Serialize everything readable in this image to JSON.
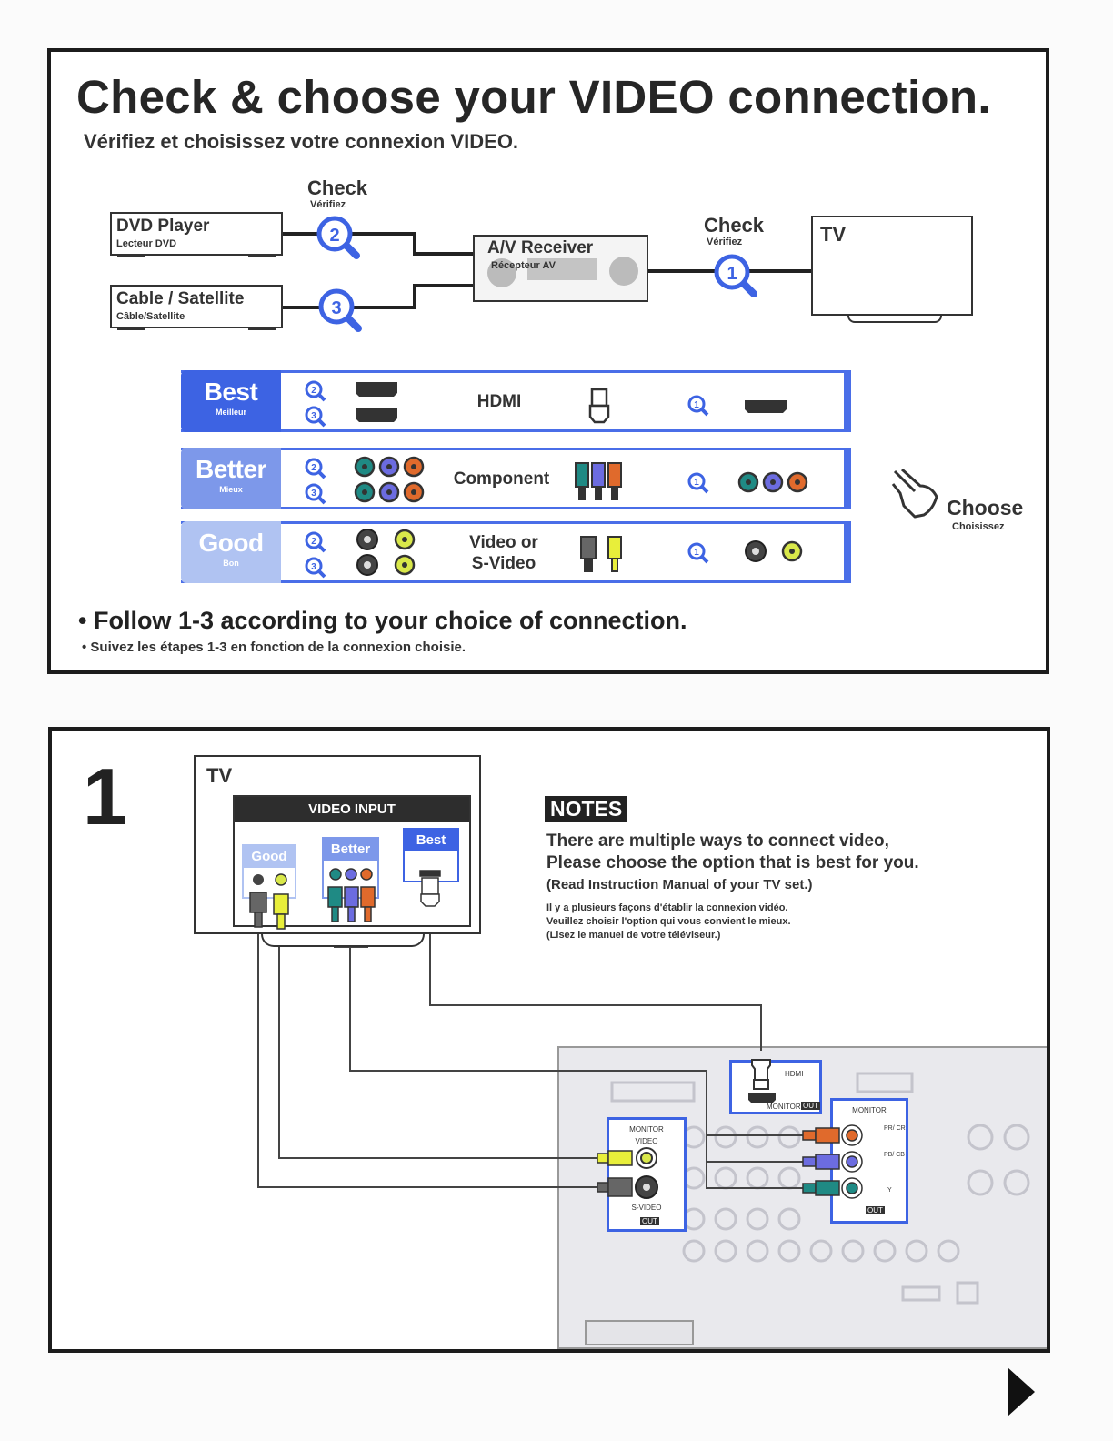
{
  "header": {
    "title": "Check & choose your VIDEO connection.",
    "subtitle": "Vérifiez et choisissez votre connexion VIDEO."
  },
  "diagram": {
    "dvd_player": {
      "name": "DVD Player",
      "name_fr": "Lecteur DVD"
    },
    "cable_satellite": {
      "name": "Cable / Satellite",
      "name_fr": "Câble/Satellite"
    },
    "av_receiver": {
      "name": "A/V Receiver",
      "name_fr": "Récepteur AV"
    },
    "tv": {
      "name": "TV"
    },
    "check_left": {
      "label": "Check",
      "label_fr": "Vérifiez"
    },
    "check_right": {
      "label": "Check",
      "label_fr": "Vérifiez"
    },
    "step_badges": [
      "1",
      "2",
      "3"
    ]
  },
  "tiers": [
    {
      "badge": "Best",
      "badge_fr": "Meilleur",
      "label": "HDMI",
      "color": "#3d63e3"
    },
    {
      "badge": "Better",
      "badge_fr": "Mieux",
      "label": "Component",
      "color": "#7d98ea"
    },
    {
      "badge": "Good",
      "badge_fr": "Bon",
      "label_line1": "Video or",
      "label_line2": "S-Video",
      "color": "#b0c3f2"
    }
  ],
  "choose": {
    "label": "Choose",
    "label_fr": "Choisissez"
  },
  "follow": {
    "text": "• Follow 1-3 according to your choice of connection.",
    "text_fr": "• Suivez les étapes 1-3 en fonction de la connexion choisie."
  },
  "step1": {
    "number": "1",
    "tv_label": "TV",
    "video_input_label": "VIDEO INPUT",
    "good_label": "Good",
    "better_label": "Better",
    "best_label": "Best",
    "notes_title": "NOTES",
    "notes_en_line1": "There are multiple ways to connect video,",
    "notes_en_line2": "Please choose the option that is best for you.",
    "notes_en_line3": "(Read Instruction Manual of your TV set.)",
    "notes_fr_line1": "Il y a plusieurs façons d'établir la connexion vidéo.",
    "notes_fr_line2": "Veuillez choisir l'option qui vous convient le mieux.",
    "notes_fr_line3": "(Lisez le manuel de votre téléviseur.)",
    "receiver_hdmi_label": "HDMI",
    "receiver_monitor_out_label": "MONITOR",
    "receiver_out_badge": "OUT",
    "monitor_video_label1": "MONITOR",
    "monitor_video_label2": "VIDEO",
    "svideo_label": "S-VIDEO",
    "out_badge": "OUT",
    "component_monitor_label": "MONITOR",
    "pr_label": "PR/ CR",
    "pb_label": "PB/ CB",
    "y_label": "Y"
  }
}
